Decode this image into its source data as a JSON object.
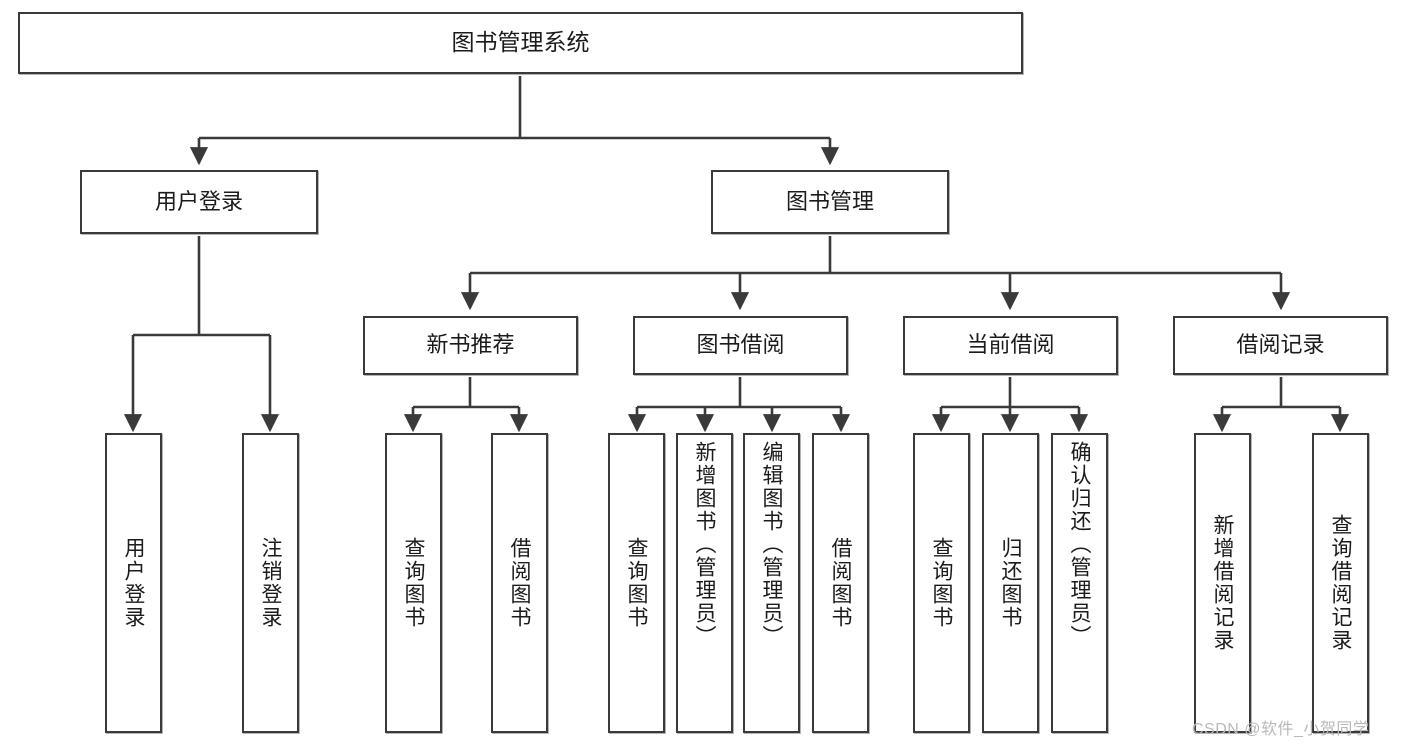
{
  "diagram": {
    "title": "图书管理系统",
    "type": "hierarchy-tree",
    "watermark": "CSDN @软件_小贺同学",
    "colors": {
      "stroke": "#3a3a3a",
      "text": "#1b1b1b",
      "background": "#ffffff",
      "watermark": "#b9b9b9"
    },
    "nodes": {
      "root": {
        "label": "图书管理系统"
      },
      "level2": [
        {
          "id": "user_login",
          "label": "用户登录"
        },
        {
          "id": "book_mgmt",
          "label": "图书管理"
        }
      ],
      "level3": [
        {
          "id": "new_book_rec",
          "label": "新书推荐"
        },
        {
          "id": "book_borrow",
          "label": "图书借阅"
        },
        {
          "id": "current_borrow",
          "label": "当前借阅"
        },
        {
          "id": "borrow_record",
          "label": "借阅记录"
        }
      ],
      "leaves": {
        "user_login": [
          {
            "id": "leaf_user_login",
            "label": "用户登录"
          },
          {
            "id": "leaf_logout",
            "label": "注销登录"
          }
        ],
        "new_book_rec": [
          {
            "id": "leaf_query_book_1",
            "label": "查询图书"
          },
          {
            "id": "leaf_borrow_book_1",
            "label": "借阅图书"
          }
        ],
        "book_borrow": [
          {
            "id": "leaf_query_book_2",
            "label": "查询图书"
          },
          {
            "id": "leaf_add_book",
            "label": "新增图书（管理员）"
          },
          {
            "id": "leaf_edit_book",
            "label": "编辑图书（管理员）"
          },
          {
            "id": "leaf_borrow_book_2",
            "label": "借阅图书"
          }
        ],
        "current_borrow": [
          {
            "id": "leaf_query_book_3",
            "label": "查询图书"
          },
          {
            "id": "leaf_return_book",
            "label": "归还图书"
          },
          {
            "id": "leaf_confirm_return",
            "label": "确认归还（管理员）"
          }
        ],
        "borrow_record": [
          {
            "id": "leaf_add_record",
            "label": "新增借阅记录"
          },
          {
            "id": "leaf_query_record",
            "label": "查询借阅记录"
          }
        ]
      }
    }
  }
}
